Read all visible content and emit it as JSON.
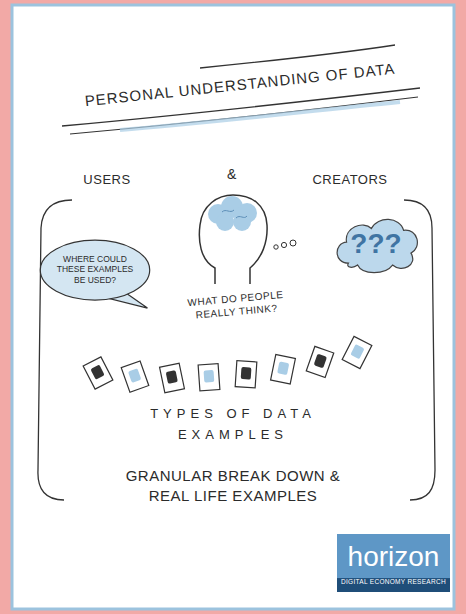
{
  "diagram": {
    "title": "PERSONAL UNDERSTANDING OF DATA",
    "nodes": [
      {
        "text": [
          "WHERE COULD THESE EXAMPLES BE USED?"
        ]
      },
      {
        "text": [
          "???"
        ]
      },
      {
        "text": [
          "horizon",
          "DIGITAL ECONOMY RESEARCH"
        ]
      }
    ],
    "labels": [
      "USERS",
      "&",
      "CREATORS",
      "WHAT DO PEOPLE REALLY THINK?",
      "TYPES OF DATA EXAMPLES",
      "GRANULAR BREAK DOWN & REAL LIFE EXAMPLES"
    ]
  }
}
